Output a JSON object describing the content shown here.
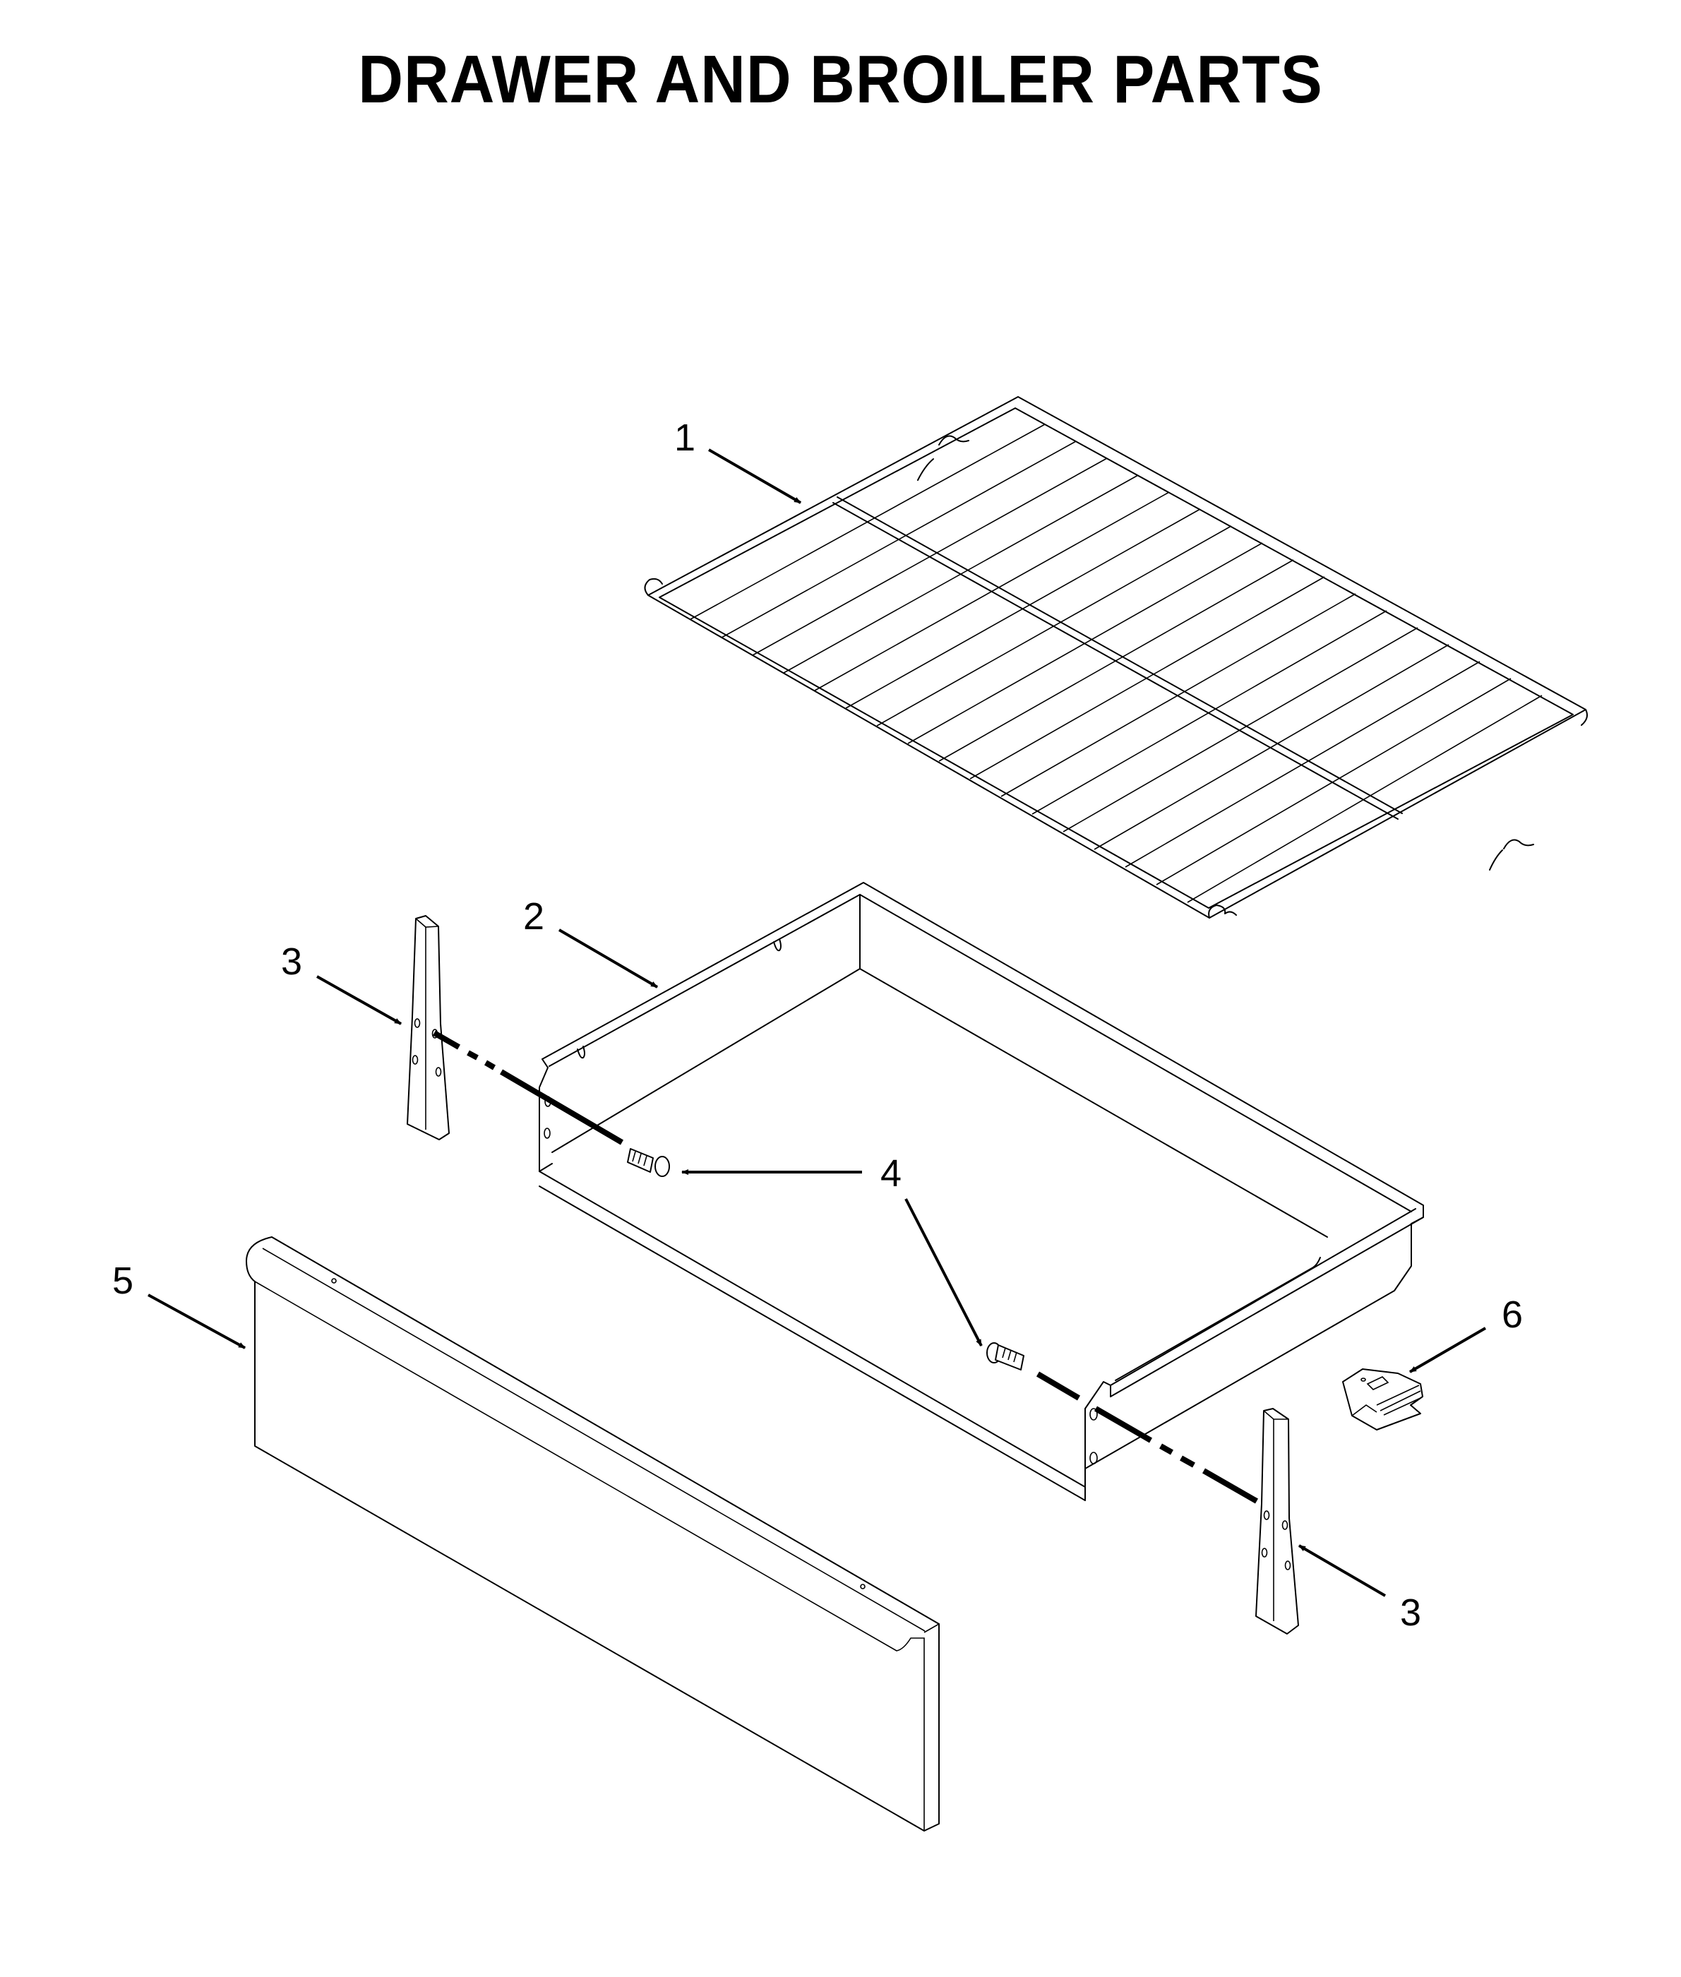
{
  "title": "DRAWER AND BROILER PARTS",
  "callouts": [
    {
      "id": "1",
      "label": "1",
      "part": "broiler-rack"
    },
    {
      "id": "2",
      "label": "2",
      "part": "drawer"
    },
    {
      "id": "3a",
      "label": "3",
      "part": "drawer-bracket-left"
    },
    {
      "id": "3b",
      "label": "3",
      "part": "drawer-bracket-right"
    },
    {
      "id": "4",
      "label": "4",
      "part": "screw"
    },
    {
      "id": "5",
      "label": "5",
      "part": "drawer-front-panel"
    },
    {
      "id": "6",
      "label": "6",
      "part": "clip"
    }
  ],
  "colors": {
    "line": "#000000",
    "background": "#ffffff"
  }
}
